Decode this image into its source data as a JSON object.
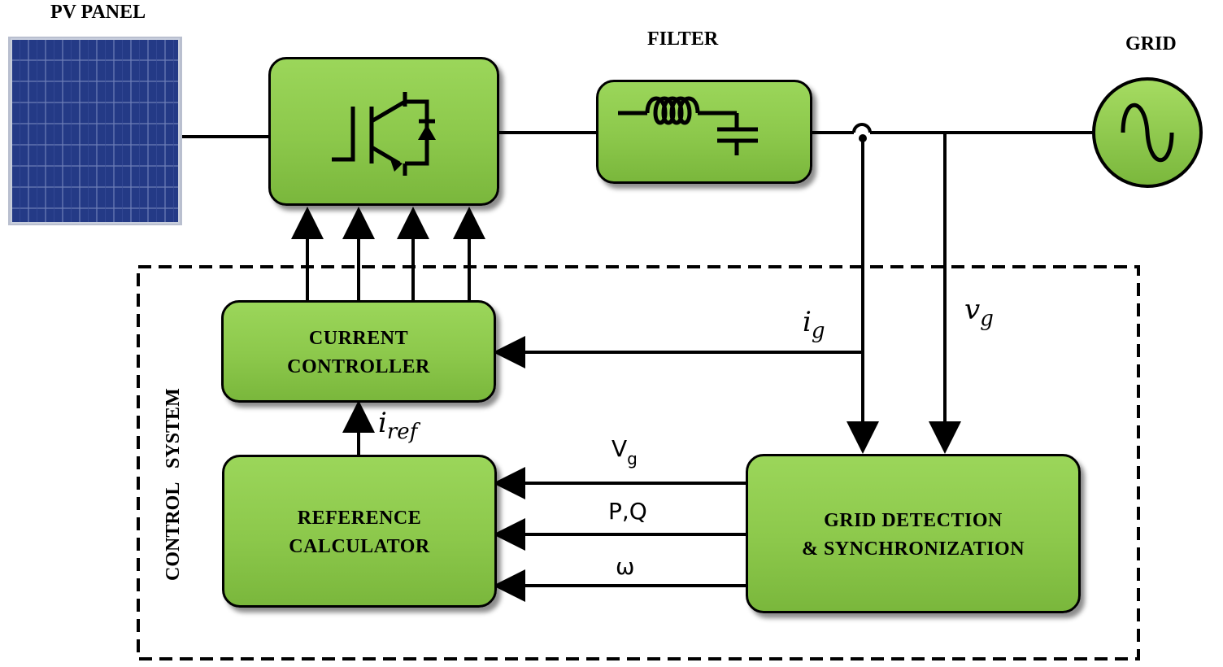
{
  "titles": {
    "pv_panel": "PV PANEL",
    "filter": "FILTER",
    "grid": "GRID"
  },
  "blocks": {
    "current_controller": [
      "CURRENT",
      "CONTROLLER"
    ],
    "reference_calculator": [
      "REFERENCE",
      "CALCULATOR"
    ],
    "grid_detection": [
      "GRID DETECTION",
      "& SYNCHRONIZATION"
    ]
  },
  "control_system_label": "CONTROL   SYSTEM",
  "signals": {
    "ig": {
      "base": "i",
      "sub": "g"
    },
    "vg": {
      "base": "v",
      "sub": "g"
    },
    "iref": {
      "base": "i",
      "sub": "ref"
    },
    "Vg": {
      "base": "V",
      "sub": "g"
    },
    "PQ": "P,Q",
    "omega": "ω"
  },
  "colors": {
    "block_fill": "#8cc84b",
    "panel_blue": "#1e2f6e"
  }
}
